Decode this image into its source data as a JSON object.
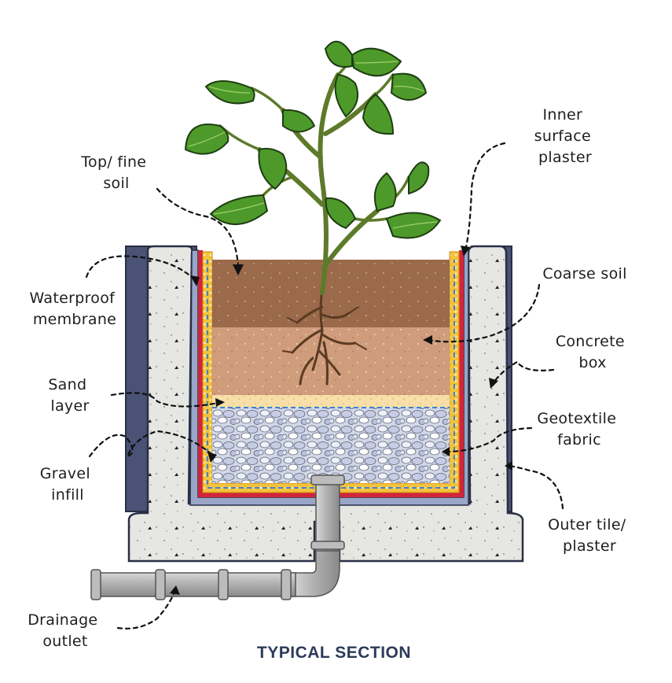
{
  "title": "TYPICAL SECTION",
  "labels": {
    "top_fine_soil": [
      "Top/ fine",
      "soil"
    ],
    "inner_surface_plaster": [
      "Inner",
      "surface",
      "plaster"
    ],
    "waterproof_membrane": [
      "Waterproof",
      "membrane"
    ],
    "coarse_soil": [
      "Coarse soil"
    ],
    "concrete_box": [
      "Concrete",
      "box"
    ],
    "sand_layer": [
      "Sand",
      "layer"
    ],
    "geotextile_fabric": [
      "Geotextile",
      "fabric"
    ],
    "gravel_infill": [
      "Gravel",
      "infill"
    ],
    "outer_tile_plaster": [
      "Outer tile/",
      "plaster"
    ],
    "drainage_outlet": [
      "Drainage",
      "outlet"
    ]
  },
  "colors": {
    "top_soil": "#9b6a4a",
    "coarse_soil": "#cf9c7c",
    "sand": "#f6dfa8",
    "gravel": "#c8cfe0",
    "concrete": "#e6e6e3",
    "outer_plaster": "#4a5275",
    "waterproof_membrane": "#d3243a",
    "geotextile": "#f3c13b",
    "leaf": "#4d9a2a",
    "root": "#5a3b22",
    "pipe": "#a9a9a9",
    "title": "#2c3a5a"
  }
}
